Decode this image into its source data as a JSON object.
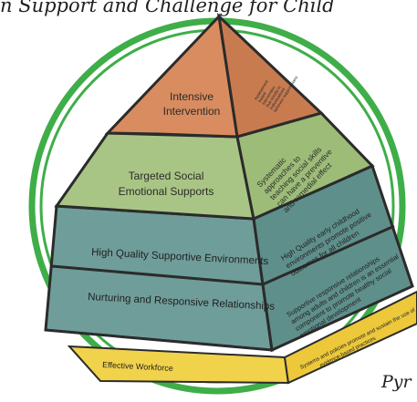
{
  "captions": {
    "top": "n Support and Challenge for Child",
    "bottom": "Pyr"
  },
  "pyramid": {
    "apex": {
      "label_line1": "Intensive",
      "label_line2": "Intervention",
      "side_text": [
        "Assessment",
        "based",
        "intervention",
        "that results in",
        "individualized",
        "behavior support plans"
      ]
    },
    "targeted": {
      "label_line1": "Targeted Social",
      "label_line2": "Emotional Supports",
      "side_text": [
        "Systematic",
        "approaches to",
        "teaching social skills",
        "can have a preventive",
        "and remedial effect"
      ]
    },
    "universal_upper": {
      "label": "High Quality Supportive Environments",
      "side_text": [
        "High Quality early childhood",
        "environments promote positive",
        "outcomes for all children"
      ]
    },
    "universal_lower": {
      "label": "Nurturing and Responsive Relationships",
      "side_text": [
        "Supportive responsive relationships",
        "among adults and children is an essential",
        "component to promote healthy social",
        "emotional development"
      ]
    },
    "foundation": {
      "label": "Effective Workforce",
      "side_text": [
        "Systems and policies promote and sustain the use of",
        "evidence-based practices"
      ]
    }
  },
  "colors": {
    "apex": "#d98c5f",
    "targeted": "#a9c585",
    "universal": "#6f9d9a",
    "foundation": "#f1d24b",
    "circle": "#3fae49",
    "outline": "#2b2b2b"
  }
}
